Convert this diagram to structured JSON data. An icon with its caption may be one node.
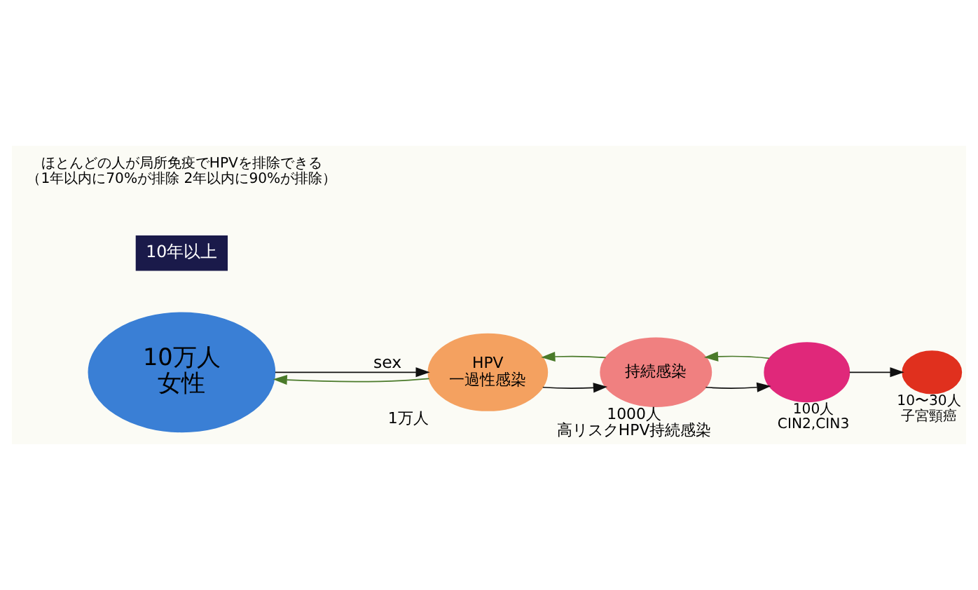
{
  "diagram": {
    "nodes": [
      {
        "text": [
          "10万人",
          "女性"
        ]
      },
      {
        "text": [
          "HPV",
          "一過性感染"
        ],
        "beside": [
          "1万人"
        ]
      },
      {
        "text": [
          "持続感染"
        ],
        "beside": [
          "1000人",
          "高リスクHPV持続感染"
        ]
      },
      {
        "text": [],
        "shape": "circle",
        "beside": [
          "100人",
          "CIN2,CIN3"
        ]
      },
      {
        "text": [],
        "shape": "circle",
        "beside": [
          "10〜30人",
          "子宮頸癌"
        ]
      },
      {
        "text": [
          "10年以上"
        ]
      }
    ],
    "edges": [
      {
        "from": 0,
        "to": 1,
        "arrow": "to",
        "label": "sex"
      },
      {
        "from": 1,
        "to": 0,
        "arrow": "to",
        "color": "#4a7a2a"
      },
      {
        "from": 1,
        "to": 2,
        "arrow": "to"
      },
      {
        "from": 2,
        "to": 1,
        "arrow": "to",
        "color": "#4a7a2a"
      },
      {
        "from": 2,
        "to": 3,
        "arrow": "to"
      },
      {
        "from": 3,
        "to": 2,
        "arrow": "to",
        "color": "#4a7a2a"
      },
      {
        "from": 3,
        "to": 4,
        "arrow": "to"
      }
    ],
    "labels": [
      "ほとんどの人が局所免疫でHPVを排除できる",
      "（1年以内に70%が排除 2年以内に90%が排除）"
    ]
  }
}
